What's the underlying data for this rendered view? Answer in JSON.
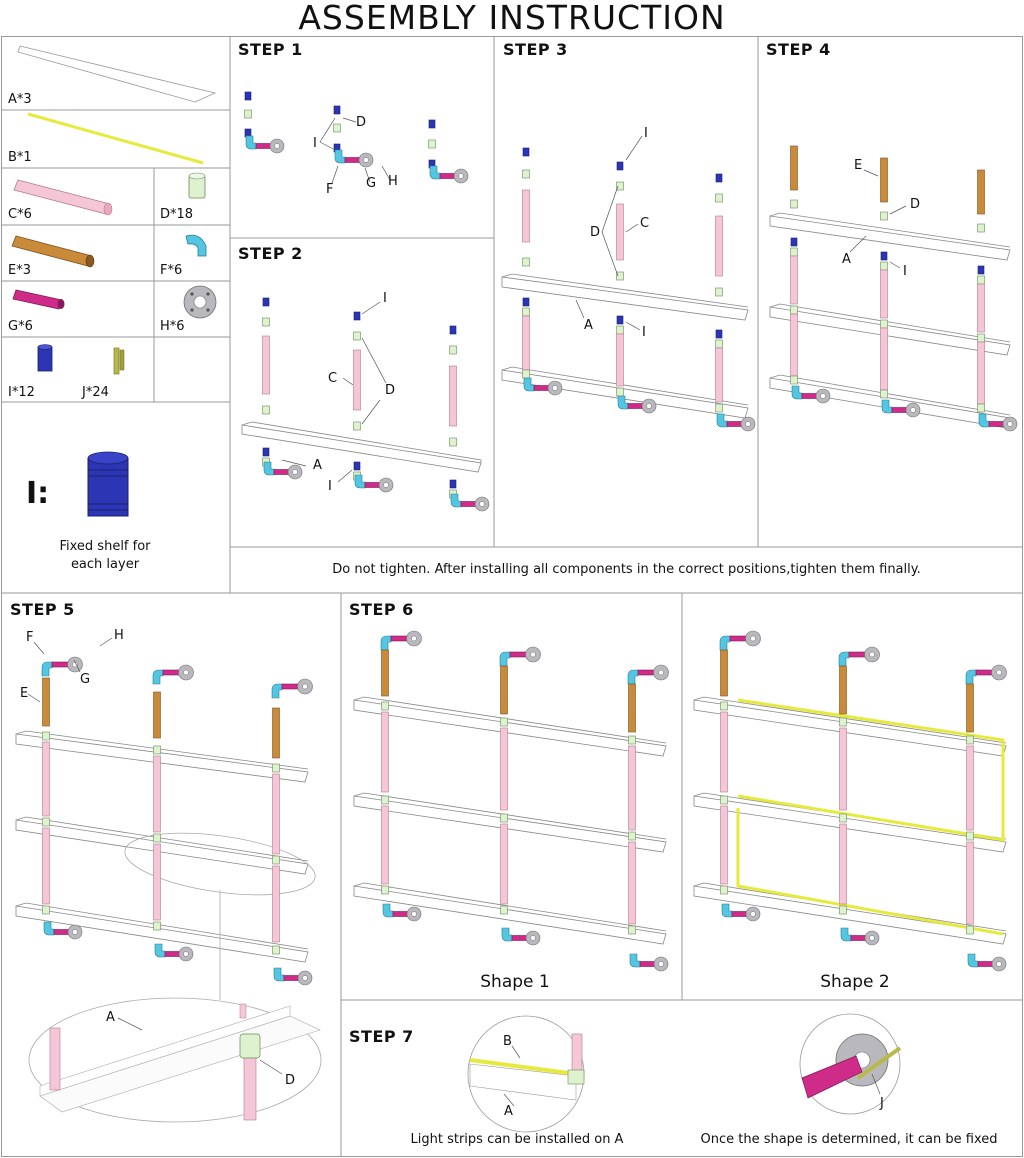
{
  "title": "ASSEMBLY INSTRUCTION",
  "parts": {
    "a": "A*3",
    "b": "B*1",
    "c": "C*6",
    "d": "D*18",
    "e": "E*3",
    "f": "F*6",
    "g": "G*6",
    "h": "H*6",
    "i": "I*12",
    "j": "J*24"
  },
  "legend": {
    "letter": "I:",
    "caption_line1": "Fixed shelf for",
    "caption_line2": "each layer"
  },
  "steps": {
    "s1": "STEP 1",
    "s2": "STEP 2",
    "s3": "STEP 3",
    "s4": "STEP 4",
    "s5": "STEP 5",
    "s6": "STEP 6",
    "s7": "STEP 7"
  },
  "callouts": {
    "a": "A",
    "b": "B",
    "c": "C",
    "d": "D",
    "e": "E",
    "f": "F",
    "g": "G",
    "h": "H",
    "i": "I",
    "j": "J"
  },
  "notes": {
    "tighten": "Do not tighten. After installing all components in the correct positions,tighten them finally.",
    "shape1": "Shape 1",
    "shape2": "Shape 2",
    "light": "Light strips can be installed on A",
    "fixed": "Once the shape is determined, it can be fixed"
  },
  "colors": {
    "shelf": "#ffffff",
    "strip": "#e6ea3c",
    "pipe_pink": "#f4c6d6",
    "fitting_green": "#dff2cf",
    "pipe_brown": "#c98a3a",
    "elbow_cyan": "#53c6e2",
    "nipple_magenta": "#cf2b88",
    "flange_gray": "#b9b9bd",
    "cap_blue": "#2c35b3",
    "screw_olive": "#b9b84a"
  }
}
